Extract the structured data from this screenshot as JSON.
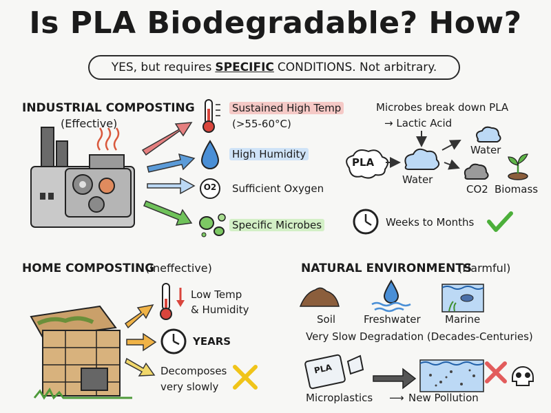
{
  "title": "Is PLA Biodegradable? How?",
  "subtitle": {
    "pre": "YES, but requires",
    "emph": "SPECIFIC",
    "post": "CONDITIONS. Not arbitrary."
  },
  "industrial": {
    "title": "INDUSTRIAL COMPOSTING",
    "note": "(Effective)",
    "conditions": [
      {
        "label": "Sustained High Temp",
        "sub": "(>55-60°C)",
        "highlight": "#f5c9c6"
      },
      {
        "label": "High Humidity",
        "highlight": "#cfe3f7"
      },
      {
        "label": "Sufficient Oxygen",
        "icon_text": "O2"
      },
      {
        "label": "Specific Microbes",
        "highlight": "#d3efc6"
      }
    ],
    "process": {
      "line1": "Microbes break down PLA",
      "line2": "→ Lactic Acid",
      "pla": "PLA",
      "water_left": "Water",
      "water_right": "Water",
      "co2": "CO2",
      "biomass": "Biomass"
    },
    "time": "Weeks to Months"
  },
  "home": {
    "title": "HOME COMPOSTING",
    "note": "(Ineffective)",
    "items": [
      {
        "label": "Low Temp",
        "sub": "& Humidity"
      },
      {
        "label": "YEARS"
      },
      {
        "label": "Decomposes",
        "sub": "very slowly"
      }
    ]
  },
  "natural": {
    "title": "NATURAL ENVIRONMENTS",
    "note": "(Harmful)",
    "envs": [
      "Soil",
      "Freshwater",
      "Marine"
    ],
    "degradation": "Very Slow Degradation (Decades-Centuries)",
    "pla_label": "PLA",
    "microplastics": "Microplastics",
    "pollution": "New Pollution"
  },
  "colors": {
    "red": "#e57f7f",
    "blue": "#5b9bd8",
    "lightblue": "#9ec8ef",
    "green": "#6fc25a",
    "orange": "#f0b347",
    "check": "#4caf3a",
    "cross": "#e25c5c"
  }
}
